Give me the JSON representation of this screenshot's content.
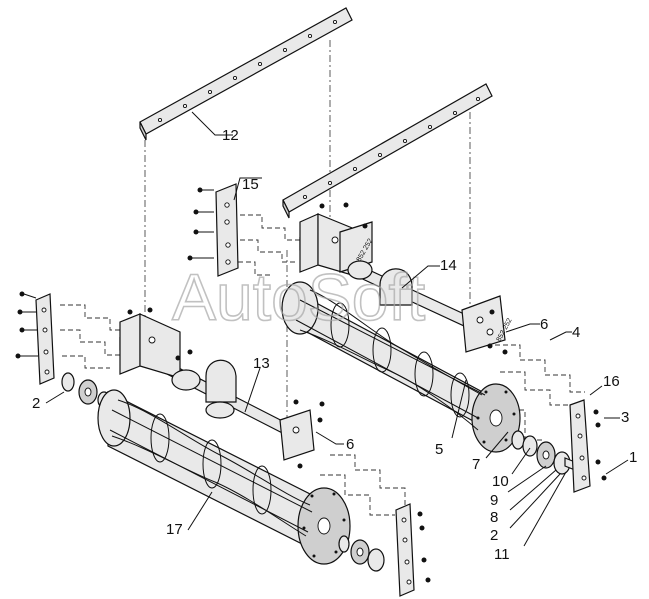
{
  "watermark": "AutoSoft",
  "plate_stamps": [
    "852 252",
    "852 252"
  ],
  "callouts": {
    "c12": "12",
    "c15": "15",
    "c14": "14",
    "c6_top": "6",
    "c4": "4",
    "c16": "16",
    "c3": "3",
    "c1": "1",
    "c13": "13",
    "c2_left": "2",
    "c6_mid": "6",
    "c5": "5",
    "c7": "7",
    "c10": "10",
    "c9": "9",
    "c8": "8",
    "c2_right": "2",
    "c11": "11",
    "c17": "17"
  }
}
